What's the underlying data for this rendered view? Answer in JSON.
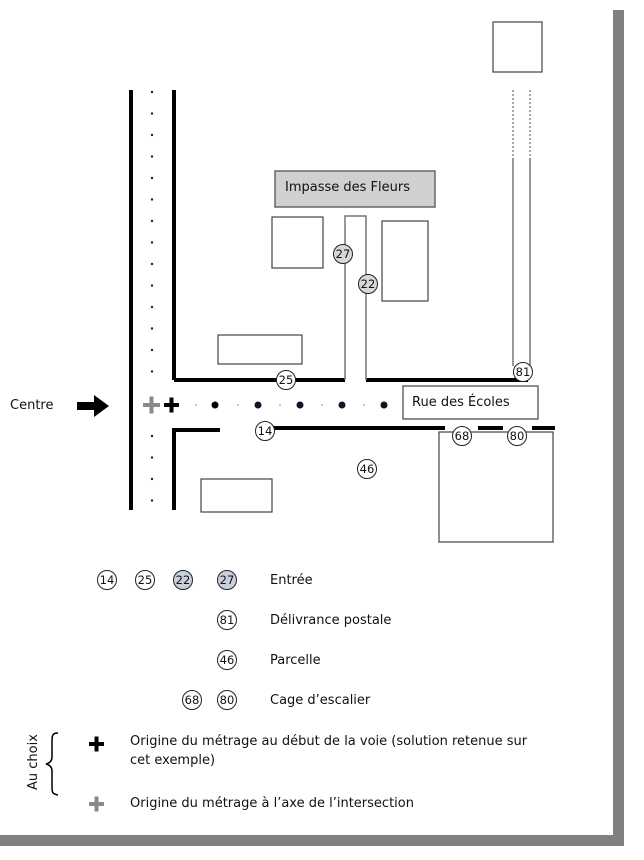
{
  "map": {
    "centre_label": "Centre",
    "impasse_label": "Impasse des Fleurs",
    "rue_label": "Rue des Écoles",
    "markers": {
      "m14": "14",
      "m25": "25",
      "m27": "27",
      "m22": "22",
      "m81": "81",
      "m46": "46",
      "m68": "68",
      "m80": "80"
    }
  },
  "legend": {
    "entree": {
      "numbers": [
        "14",
        "25",
        "22",
        "27"
      ],
      "label": "Entrée"
    },
    "delivrance": {
      "numbers": [
        "81"
      ],
      "label": "Délivrance postale"
    },
    "parcelle": {
      "numbers": [
        "46"
      ],
      "label": "Parcelle"
    },
    "cage": {
      "numbers": [
        "68",
        "80"
      ],
      "label": "Cage d’escalier"
    },
    "au_choix_label": "Au choix",
    "origin_start": {
      "label_line1": "Origine du métrage au début de la voie (solution retenue sur",
      "label_line2": "cet exemple)"
    },
    "origin_axis": {
      "label": "Origine du métrage à l’axe de l’intersection"
    }
  },
  "colors": {
    "entry_fill": "#c8d0dc",
    "impasse_fill": "#d0d0d0",
    "grey_cross": "#8a8a8a",
    "shadow": "#808080"
  }
}
